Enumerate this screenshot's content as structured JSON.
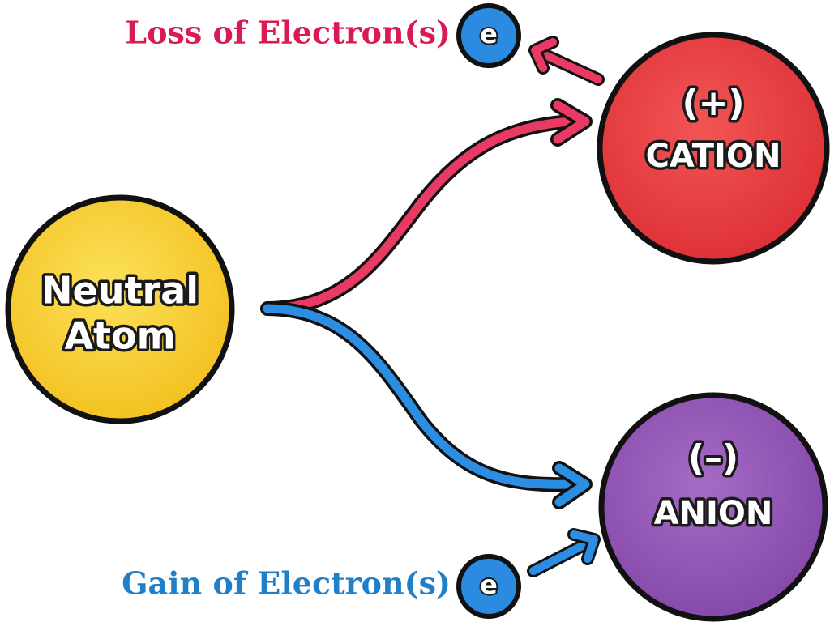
{
  "nodes": {
    "neutral": {
      "line1": "Neutral",
      "line2": "Atom",
      "color": "#f7cc2c"
    },
    "cation": {
      "charge": "(+)",
      "label": "CATION",
      "color": "#e8383c"
    },
    "anion": {
      "charge": "(–)",
      "label": "ANION",
      "color": "#9254b3"
    }
  },
  "captions": {
    "loss": {
      "text": "Loss of Electron(s)",
      "color": "#d81b52"
    },
    "gain": {
      "text": "Gain of Electron(s)",
      "color": "#1f7fc9"
    }
  },
  "electron": {
    "symbol": "e",
    "color": "#2a8be0"
  },
  "arrows": {
    "to_cation_color": "#e83a63",
    "to_anion_color": "#2b8ee3"
  },
  "outline_color": "#111111"
}
